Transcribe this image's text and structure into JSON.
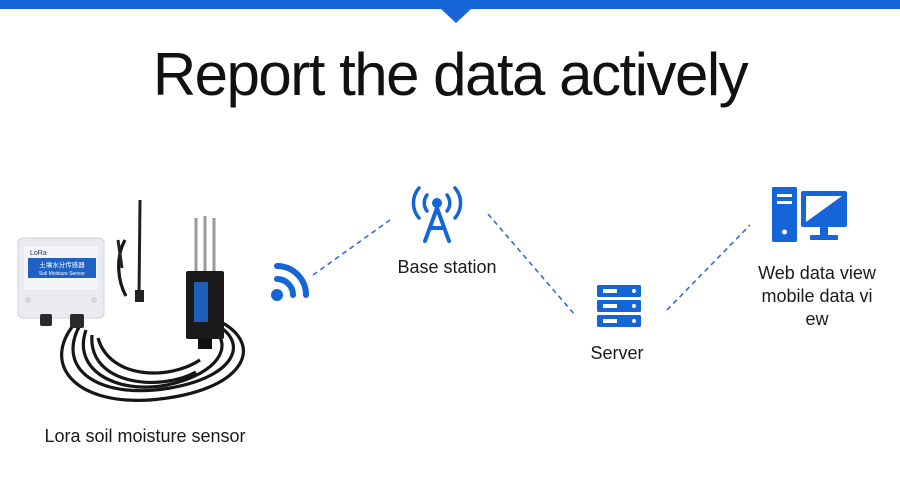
{
  "title": "Report the data actively",
  "colors": {
    "accent": "#1565d8",
    "line": "#2d6fd6"
  },
  "nodes": {
    "sensor": {
      "label": "Lora soil moisture sensor",
      "icon": "lora-sensor-device",
      "box_brand": "LoRa",
      "box_title": "土壤水分传感器",
      "box_subtitle": "Soil Moisture Sensor"
    },
    "wireless": {
      "icon": "wireless-signal-icon"
    },
    "base_station": {
      "label": "Base station",
      "icon": "antenna-tower-icon"
    },
    "server": {
      "label": "Server",
      "icon": "server-rack-icon"
    },
    "client": {
      "label": "Web data view mobile data vi ew",
      "lines": [
        "Web data view",
        "mobile data vi",
        "ew"
      ],
      "icon": "desktop-computer-icon"
    }
  }
}
